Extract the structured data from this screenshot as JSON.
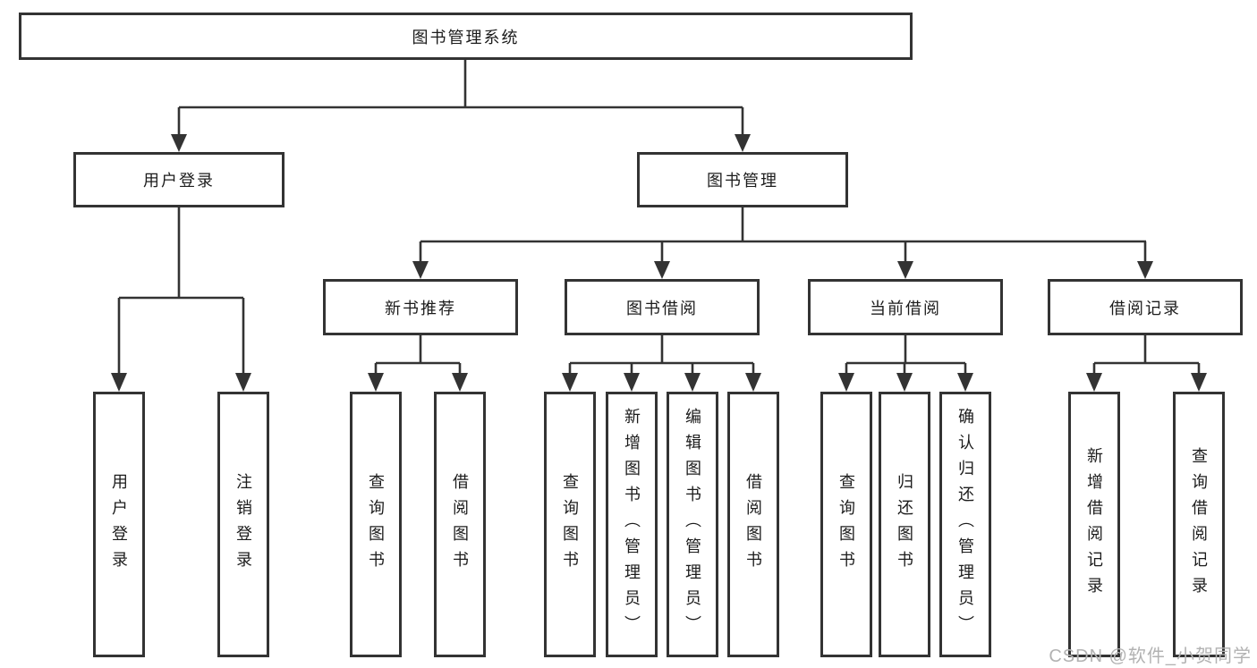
{
  "tree": {
    "root": {
      "label": "图书管理系统",
      "children": [
        {
          "label": "用户登录",
          "children": [
            {
              "label": "用户登录"
            },
            {
              "label": "注销登录"
            }
          ]
        },
        {
          "label": "图书管理",
          "children": [
            {
              "label": "新书推荐",
              "children": [
                {
                  "label": "查询图书"
                },
                {
                  "label": "借阅图书"
                }
              ]
            },
            {
              "label": "图书借阅",
              "children": [
                {
                  "label": "查询图书"
                },
                {
                  "label": "新增图书（管理员）"
                },
                {
                  "label": "编辑图书（管理员）"
                },
                {
                  "label": "借阅图书"
                }
              ]
            },
            {
              "label": "当前借阅",
              "children": [
                {
                  "label": "查询图书"
                },
                {
                  "label": "归还图书"
                },
                {
                  "label": "确认归还（管理员）"
                }
              ]
            },
            {
              "label": "借阅记录",
              "children": [
                {
                  "label": "新增借阅记录"
                },
                {
                  "label": "查询借阅记录"
                }
              ]
            }
          ]
        }
      ]
    }
  },
  "watermark": {
    "text": "CSDN @软件_小贺同学"
  },
  "colors": {
    "line": "#333333",
    "node_border": "#333333",
    "text": "#1c1c1c",
    "watermark": "#b2b2b2",
    "background": "#ffffff"
  }
}
